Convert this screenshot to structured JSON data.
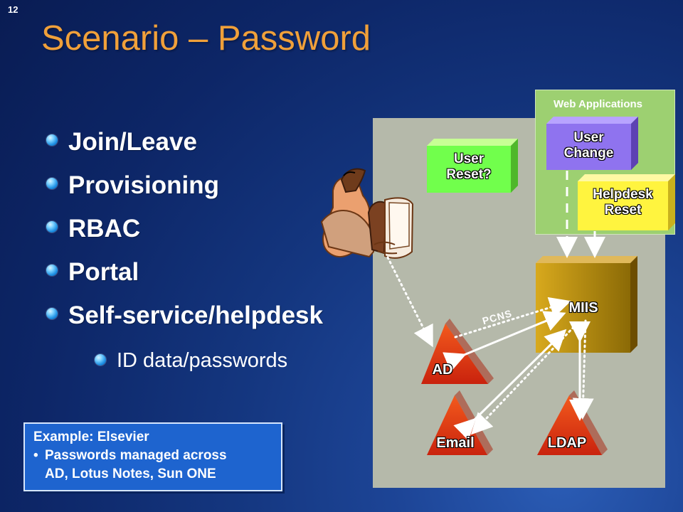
{
  "slide": {
    "number": "12",
    "title": "Scenario – Password"
  },
  "bullets": [
    "Join/Leave",
    "Provisioning",
    "RBAC",
    "Portal",
    "Self-service/helpdesk"
  ],
  "sub_bullet": "ID data/passwords",
  "example_box": {
    "title": "Example: Elsevier",
    "bullet": "•",
    "line_1": "Passwords managed across",
    "line_2": "AD, Lotus Notes, Sun ONE"
  },
  "diagram": {
    "web_applications_label": "Web Applications",
    "user_reset": {
      "line_1": "User",
      "line_2": "Reset?"
    },
    "user_change": {
      "line_1": "User",
      "line_2": "Change"
    },
    "helpdesk_reset": {
      "line_1": "Helpdesk",
      "line_2": "Reset"
    },
    "miis_label": "MIIS",
    "pcns_label": "PCNS",
    "ad_label": "AD",
    "email_label": "Email",
    "ldap_label": "LDAP"
  },
  "colors": {
    "title": "#f0a03a",
    "background": "#14367f",
    "example_box": "#1e64cf",
    "diagram_panel": "#b5b9aa",
    "web_apps_panel": "#9dd071",
    "user_reset_box": "#71ff4c",
    "user_change_box": "#8f73ef",
    "helpdesk_reset_box": "#fff43f",
    "miis_box": "#c29711",
    "triangle": "#d93819"
  },
  "icons": {
    "bullet": "bullet-orb-icon",
    "person": "person-at-computer-icon"
  }
}
